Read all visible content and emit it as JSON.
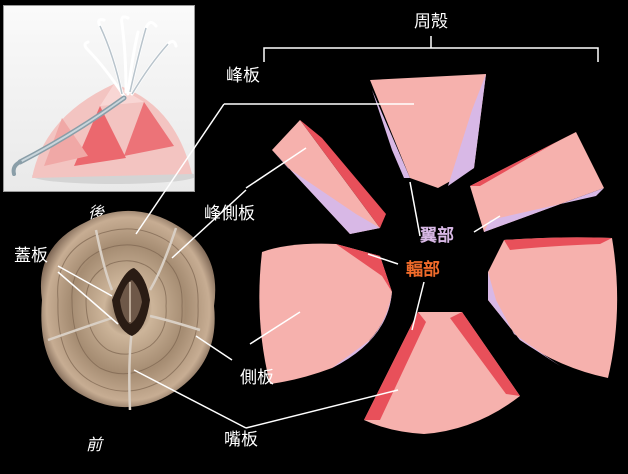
{
  "labels": {
    "shell_wall": "周殻",
    "carina": "峰板",
    "carinolateral": "峰側板",
    "lateral": "側板",
    "rostrum": "嘴板",
    "operculum": "蓋板",
    "ala": "翼部",
    "radius": "輻部",
    "back": "後",
    "front": "前"
  },
  "colors": {
    "background": "#000000",
    "plate_main": "#f6b1ad",
    "ala": "#d8b8e6",
    "radius": "#e8505a",
    "line": "#ffffff"
  }
}
